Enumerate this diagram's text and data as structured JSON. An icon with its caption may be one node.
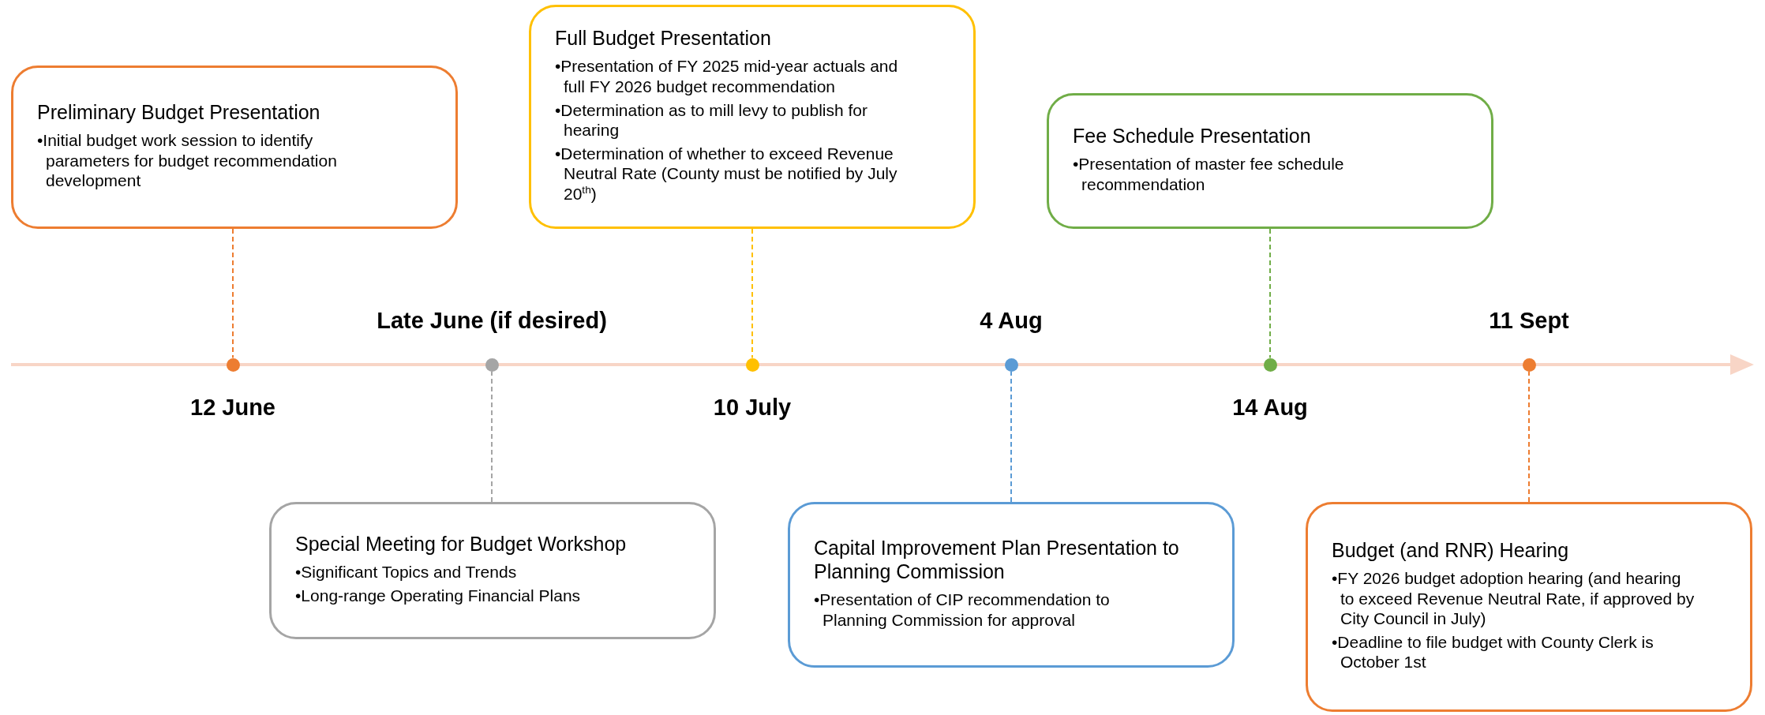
{
  "diagram": {
    "nodes": [
      {
        "text": [
          "Preliminary Budget Presentation",
          "•Initial budget work session to identify parameters for budget recommendation development"
        ]
      },
      {
        "text": [
          "Full Budget Presentation",
          "•Presentation of FY 2025 mid-year actuals and full FY 2026 budget recommendation",
          "•Determination as to mill levy to publish for hearing",
          "•Determination of whether to exceed Revenue Neutral Rate (County must be notified by July 20$^{th}$)"
        ]
      },
      {
        "text": [
          "Fee Schedule Presentation",
          "•Presentation of master fee schedule recommendation"
        ]
      },
      {
        "text": [
          "Special Meeting for Budget Workshop",
          "•Significant Topics and Trends",
          "•Long-range Operating Financial Plans"
        ]
      },
      {
        "text": [
          "Capital Improvement Plan Presentation to Planning Commission",
          "•Presentation of CIP recommendation to Planning Commission for approval"
        ]
      },
      {
        "text": [
          "Budget (and RNR) Hearing",
          "•FY 2026 budget adoption hearing (and hearing to exceed Revenue Neutral Rate, if approved by City Council in July)",
          "•Deadline to file budget with County Clerk is October 1st"
        ]
      },
      {
        "text": [],
        "shape": "circle",
        "beside": [
          "12 June"
        ]
      },
      {
        "text": [],
        "shape": "circle",
        "beside": [
          "Late June (if desired)"
        ]
      },
      {
        "text": [],
        "shape": "circle",
        "beside": [
          "10 July"
        ]
      },
      {
        "text": [],
        "shape": "circle",
        "beside": [
          "4 Aug"
        ]
      },
      {
        "text": [],
        "shape": "circle",
        "beside": [
          "14 Aug"
        ]
      },
      {
        "text": [],
        "shape": "circle",
        "beside": [
          "11 Sept"
        ]
      }
    ],
    "edges": [
      {
        "from": 0,
        "to": 6,
        "arrow": "none",
        "style": "dashed",
        "color": "#ed7d31"
      },
      {
        "from": 1,
        "to": 8,
        "arrow": "none",
        "style": "dashed",
        "color": "#ffc000"
      },
      {
        "from": 2,
        "to": 10,
        "arrow": "none",
        "style": "dashed",
        "color": "#70ad47"
      },
      {
        "from": 3,
        "to": 7,
        "arrow": "none",
        "style": "dashed",
        "color": "#a5a5a5"
      },
      {
        "from": 4,
        "to": 9,
        "arrow": "none",
        "style": "dashed",
        "color": "#5b9bd5"
      },
      {
        "from": 5,
        "to": 11,
        "arrow": "none",
        "style": "dashed",
        "color": "#ed7d31"
      }
    ]
  }
}
